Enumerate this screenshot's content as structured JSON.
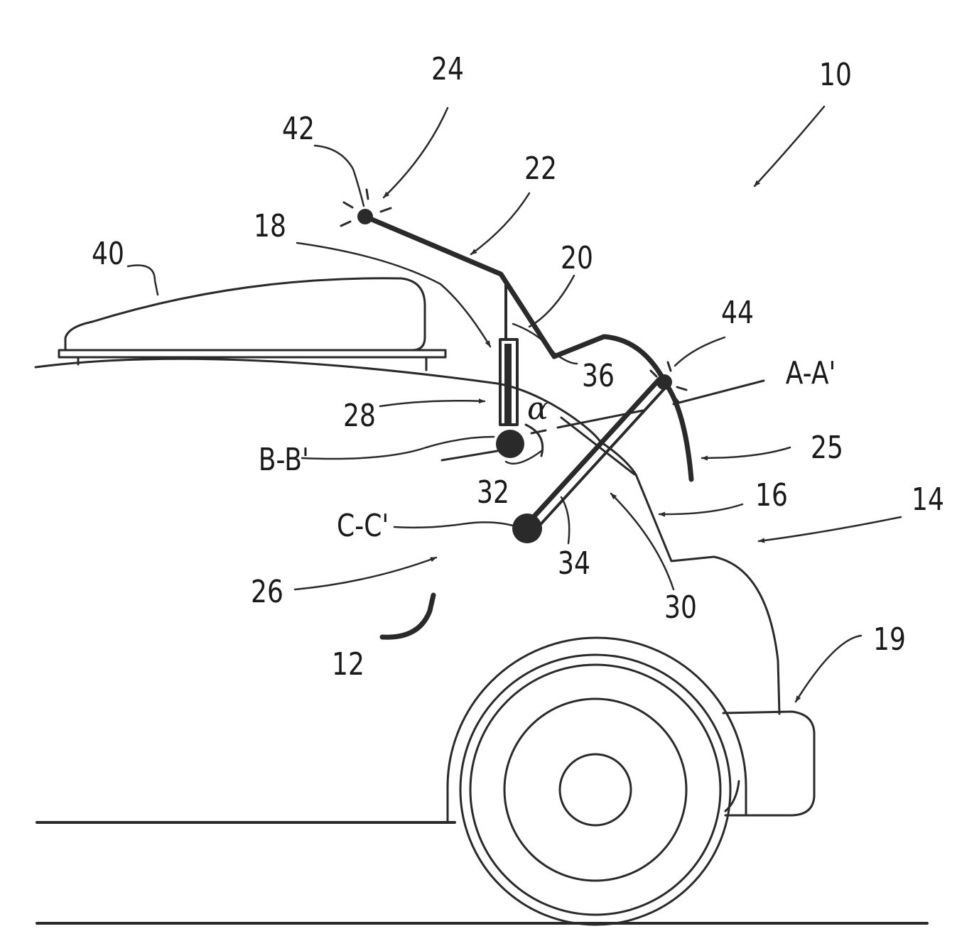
{
  "figure": {
    "colors": {
      "line": "#2a2a2a",
      "background": "#ffffff"
    },
    "labels": {
      "ref_10": "10",
      "ref_12": "12",
      "ref_14": "14",
      "ref_16": "16",
      "ref_18": "18",
      "ref_19": "19",
      "ref_20": "20",
      "ref_22": "22",
      "ref_24": "24",
      "ref_25": "25",
      "ref_26": "26",
      "ref_28": "28",
      "ref_30": "30",
      "ref_32": "32",
      "ref_34": "34",
      "ref_36": "36",
      "ref_40": "40",
      "ref_42": "42",
      "ref_44": "44",
      "axis_a": "A-A'",
      "axis_b": "B-B'",
      "axis_c": "C-C'",
      "angle": "α"
    }
  }
}
